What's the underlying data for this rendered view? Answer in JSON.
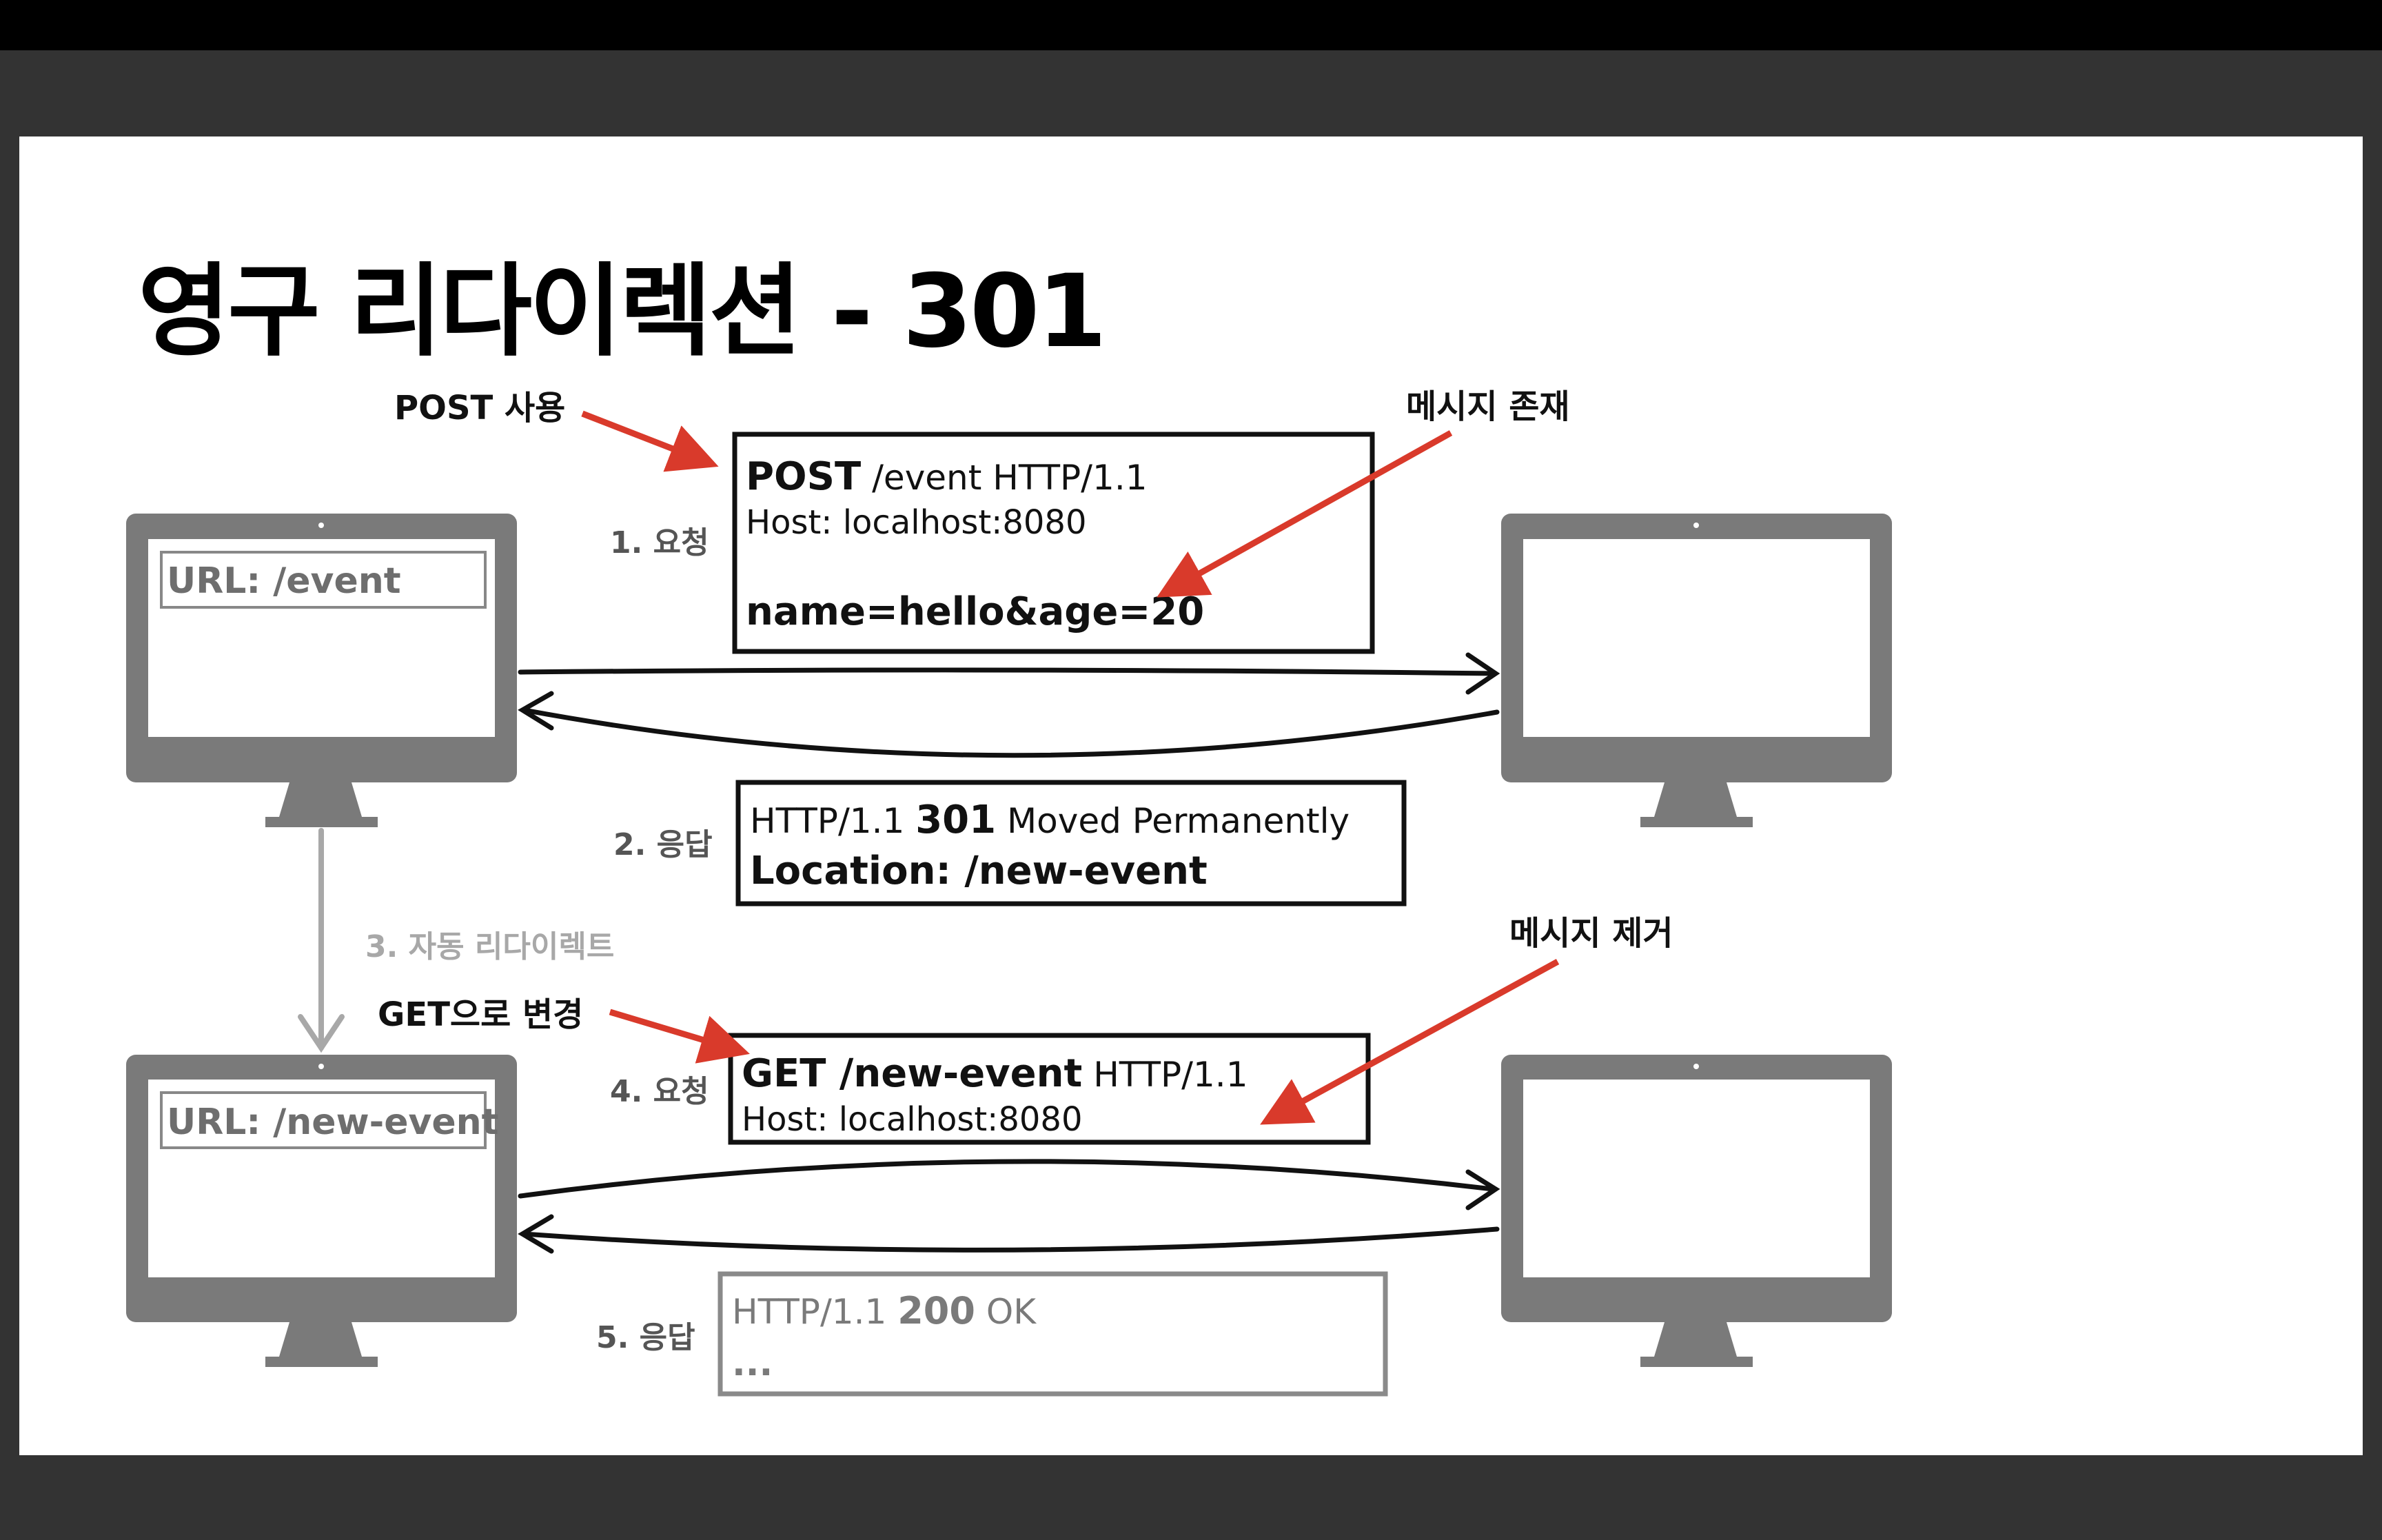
{
  "title": "영구 리다이렉션 - 301",
  "annotations": {
    "post_use": "POST 사용",
    "message_exists": "메시지 존재",
    "get_change": "GET으로 변경",
    "message_removed": "메시지 제거"
  },
  "steps": {
    "step1": "1. 요청",
    "step2": "2. 응답",
    "step3": "3. 자동 리다이렉트",
    "step4": "4. 요청",
    "step5": "5. 응답"
  },
  "client_top": {
    "url": "URL: /event"
  },
  "client_bottom": {
    "url": "URL: /new-event"
  },
  "request1": {
    "method": "POST",
    "line_rest": " /event HTTP/1.1",
    "host": "Host: localhost:8080",
    "body": "name=hello&age=20"
  },
  "response1": {
    "proto": "HTTP/1.1 ",
    "code": "301",
    "reason": " Moved Permanently",
    "location": "Location: /new-event"
  },
  "request2": {
    "method_path": "GET /new-event",
    "proto": " HTTP/1.1",
    "host": "Host: localhost:8080"
  },
  "response2": {
    "proto": "HTTP/1.1 ",
    "code": "200",
    "reason": " OK",
    "body": "..."
  },
  "colors": {
    "accent_red": "#d93a2b",
    "monitor_gray": "#7a7a7a",
    "muted_text": "#555555",
    "faded_text": "#a8a8a8"
  }
}
